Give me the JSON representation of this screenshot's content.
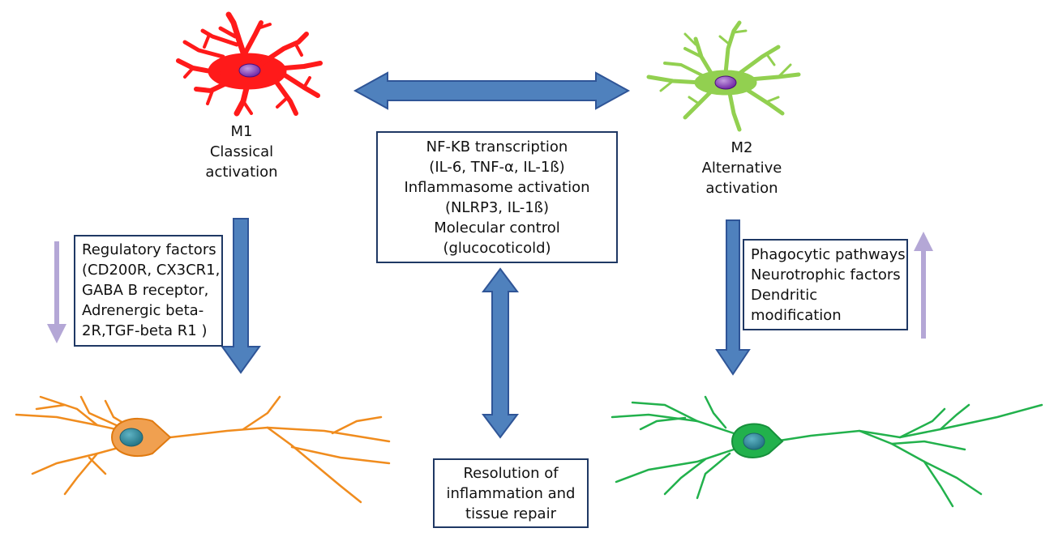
{
  "m1": {
    "title": "M1",
    "line1": "Classical",
    "line2": "activation"
  },
  "m2": {
    "title": "M2",
    "line1": "Alternative",
    "line2": "activation"
  },
  "center_box": {
    "lines": [
      "NF-KB transcription",
      "(IL-6, TNF-α, IL-1ß)",
      "Inflammasome activation",
      "(NLRP3, IL-1ß)",
      "Molecular control",
      "(glucocoticold)"
    ]
  },
  "left_box": {
    "lines": [
      "Regulatory factors",
      "(CD200R, CX3CR1,",
      "GABA B receptor,",
      "Adrenergic beta-",
      "2R,TGF-beta R1 )"
    ]
  },
  "right_box": {
    "lines": [
      "Phagocytic pathways",
      "Neurotrophic factors",
      "Dendritic",
      "modification"
    ]
  },
  "bottom_box": {
    "lines": [
      "Resolution of",
      "inflammation and",
      "tissue repair"
    ]
  },
  "colors": {
    "m1_cell": "#ff1a1a",
    "m2_cell": "#92d050",
    "nucleus": "#7030a0",
    "blue_arrow": "#4f81bd",
    "blue_arrow_edge": "#2f5597",
    "lavender_arrow": "#b4a7d6",
    "neuron_left": "#f08c1e",
    "neuron_right": "#22b14c",
    "neuron_nucleus": "#2e8b9a",
    "box_border": "#1f3864"
  }
}
